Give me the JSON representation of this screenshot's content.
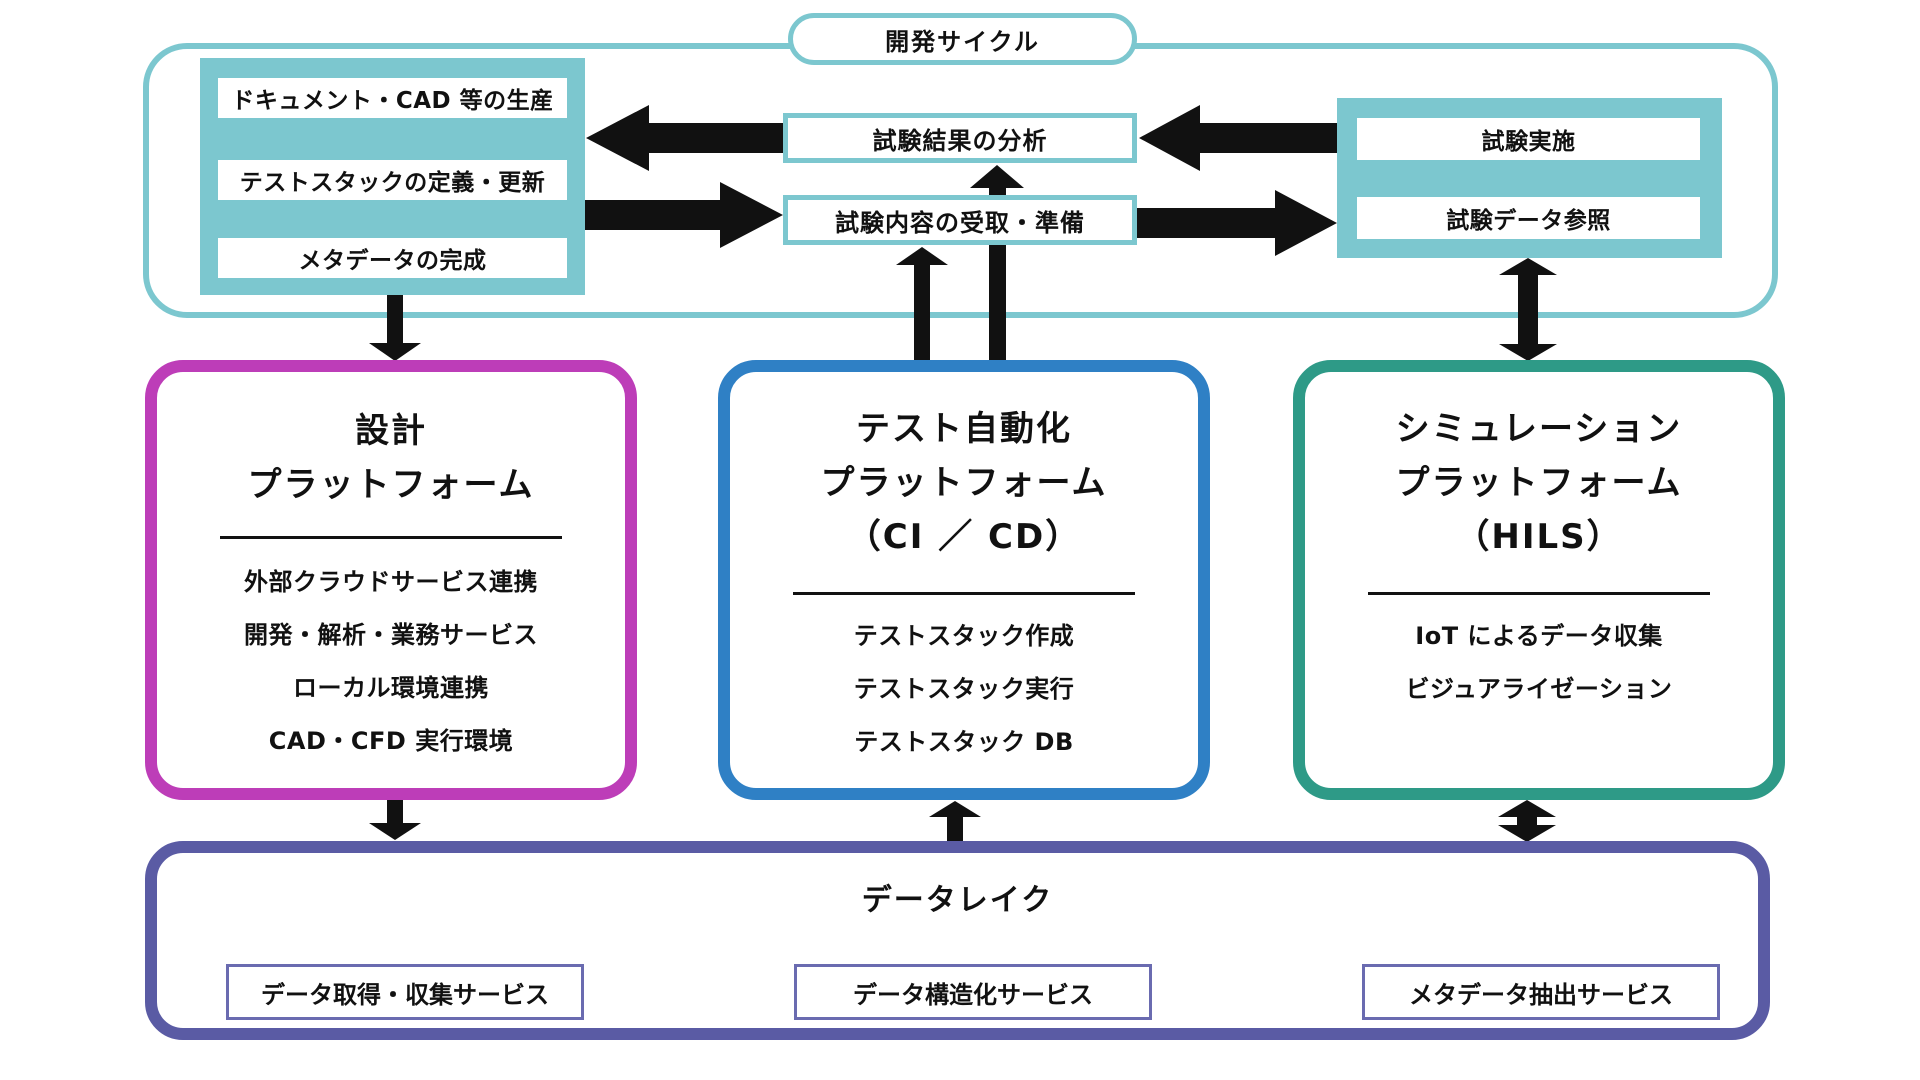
{
  "cycle": {
    "label": "開発サイクル",
    "left_block": {
      "items": [
        "ドキュメント・CAD 等の生産",
        "テストスタックの定義・更新",
        "メタデータの完成"
      ]
    },
    "analysis_label": "試験結果の分析",
    "receive_label": "試験内容の受取・準備",
    "right_block": {
      "items": [
        "試験実施",
        "試験データ参照"
      ]
    }
  },
  "platforms": {
    "design": {
      "title_lines": [
        "設計",
        "プラットフォーム"
      ],
      "items": [
        "外部クラウドサービス連携",
        "開発・解析・業務サービス",
        "ローカル環境連携",
        "CAD・CFD 実行環境"
      ],
      "accent_color": "#bd3db8"
    },
    "test": {
      "title_lines": [
        "テスト自動化",
        "プラットフォーム",
        "（CI ／ CD）"
      ],
      "items": [
        "テストスタック作成",
        "テストスタック実行",
        "テストスタック DB"
      ],
      "accent_color": "#2f80c5"
    },
    "sim": {
      "title_lines": [
        "シミュレーション",
        "プラットフォーム",
        "（HILS）"
      ],
      "items": [
        "IoT によるデータ収集",
        "ビジュアライゼーション"
      ],
      "accent_color": "#2e9a87"
    }
  },
  "datalake": {
    "title": "データレイク",
    "items": [
      "データ取得・収集サービス",
      "データ構造化サービス",
      "メタデータ抽出サービス"
    ],
    "accent_color": "#5a5ba4"
  },
  "colors": {
    "teal": "#7cc7cf",
    "magenta": "#bd3db8",
    "blue": "#2f80c5",
    "green": "#2e9a87",
    "purple": "#5a5ba4",
    "arrow": "#111111"
  }
}
